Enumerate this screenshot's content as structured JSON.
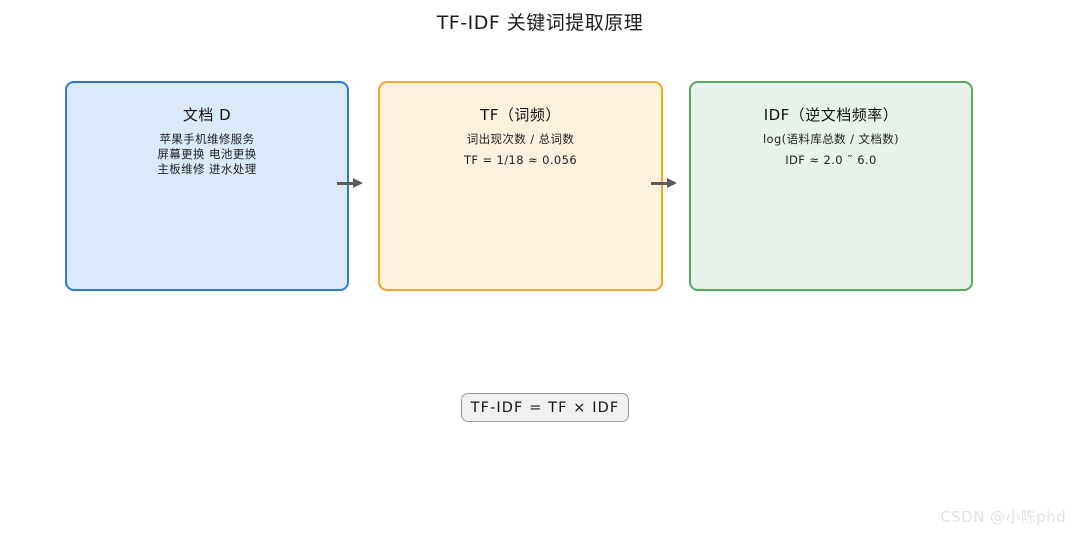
{
  "title": "TF-IDF 关键词提取原理",
  "watermark": "CSDN @小陈phd",
  "colors": {
    "doc_border": "#2b7ad0",
    "doc_fill": "#dbeafb",
    "tf_border": "#efa728",
    "tf_fill": "#fdf0dd",
    "idf_border": "#57a95e",
    "idf_fill": "#e7f3e8",
    "arrow": "#5c5c5c",
    "formula_fill": "#f0f0f0",
    "formula_border": "#9a9a9a",
    "watermark": "#e2e2e2"
  },
  "boxes": [
    {
      "id": "document",
      "heading": "文档 D",
      "lines": [
        "苹果手机维修服务",
        "屏幕更换 电池更换",
        "主板维修 进水处理"
      ]
    },
    {
      "id": "tf",
      "heading": "TF（词频）",
      "lines": [
        "词出现次数 / 总词数",
        "TF = 1/18 ≈ 0.056"
      ]
    },
    {
      "id": "idf",
      "heading": "IDF（逆文档频率）",
      "lines": [
        "log(语料库总数 / 文档数)",
        "IDF ≈ 2.0 ˜ 6.0"
      ]
    }
  ],
  "arrows": [
    {
      "id": "doc-to-tf",
      "from": "document",
      "to": "tf"
    },
    {
      "id": "tf-to-idf",
      "from": "tf",
      "to": "idf"
    }
  ],
  "formula": {
    "text": "TF-IDF = TF × IDF"
  }
}
